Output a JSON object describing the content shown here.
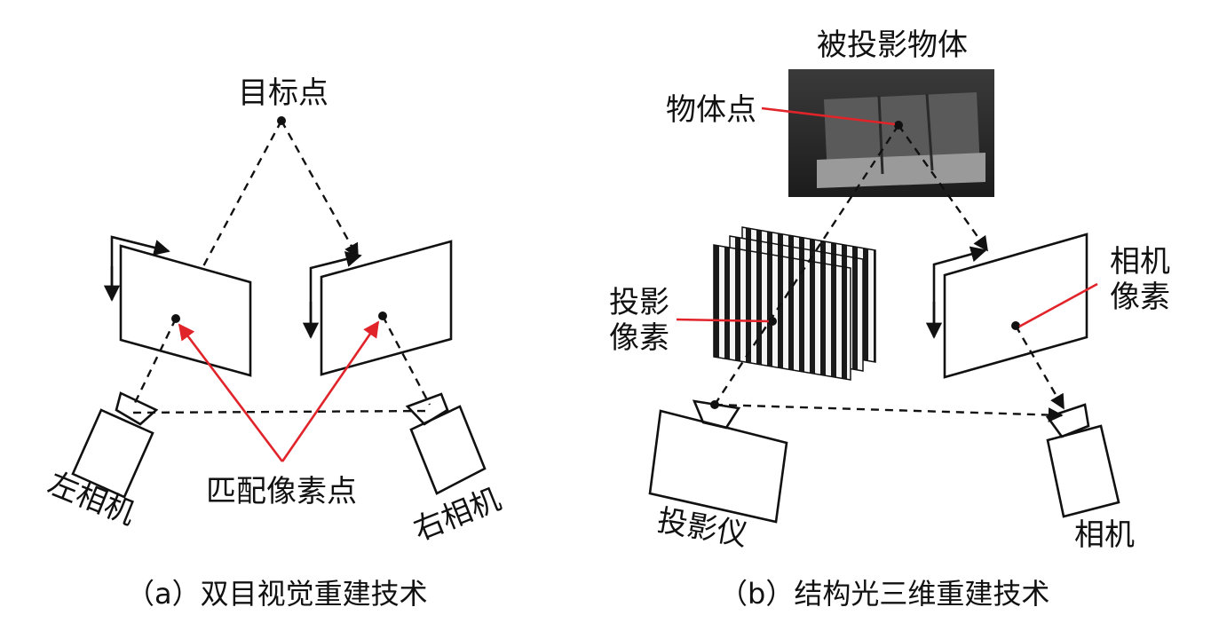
{
  "left_panel": {
    "target_label": "目标点",
    "match_label": "匹配像素点",
    "left_camera_label": "左相机",
    "right_camera_label": "右相机",
    "caption": "（a）双目视觉重建技术"
  },
  "right_panel": {
    "object_title": "被投影物体",
    "object_point_label": "物体点",
    "projected_pixel_label_line1": "投影",
    "projected_pixel_label_line2": "像素",
    "camera_pixel_label_line1": "相机",
    "camera_pixel_label_line2": "像素",
    "projector_label": "投影仪",
    "camera_label": "相机",
    "caption": "（b）结构光三维重建技术"
  },
  "colors": {
    "line": "#111111",
    "accent_red": "#e0242a"
  }
}
